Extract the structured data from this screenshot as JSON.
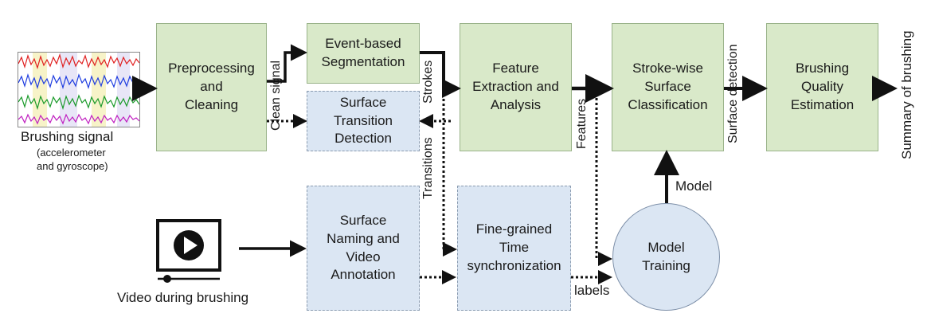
{
  "inputs": {
    "brushing_signal_label": "Brushing signal",
    "brushing_signal_sub1": "(accelerometer",
    "brushing_signal_sub2": "and gyroscope)",
    "video_label": "Video during brushing"
  },
  "boxes": {
    "preprocessing": "Preprocessing\nand\nCleaning",
    "event_segmentation": "Event-based\nSegmentation",
    "surface_transition": "Surface\nTransition\nDetection",
    "feature_extraction": "Feature\nExtraction and\nAnalysis",
    "stroke_classification": "Stroke-wise\nSurface\nClassification",
    "quality_estimation": "Brushing\nQuality\nEstimation",
    "surface_naming": "Surface\nNaming and\nVideo\nAnnotation",
    "time_sync": "Fine-grained\nTime\nsynchronization",
    "model_training": "Model\nTraining"
  },
  "edge_labels": {
    "clean_signal": "Clean signal",
    "strokes": "Strokes",
    "transitions": "Transitions",
    "features": "Features",
    "surface_detection": "Surface detection",
    "model": "Model",
    "labels": "labels",
    "summary": "Summary of brushing"
  },
  "colors": {
    "process_fill": "#d9e9c9",
    "annotation_fill": "#dbe6f3",
    "signal_red": "#e02020",
    "signal_blue": "#1f3de0",
    "signal_green": "#1a9a2a",
    "signal_magenta": "#c020c0"
  }
}
